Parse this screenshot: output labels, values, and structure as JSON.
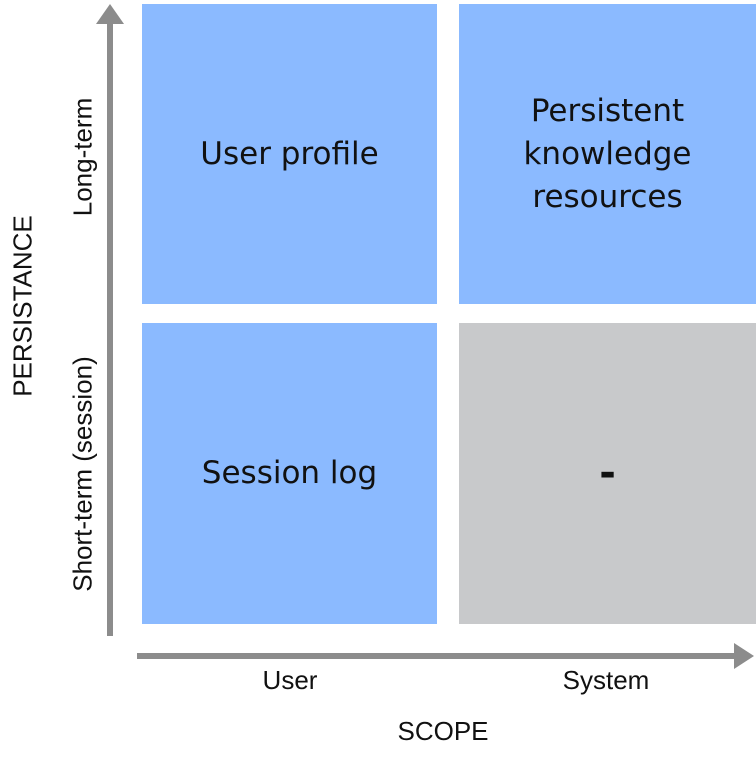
{
  "axes": {
    "x_title": "SCOPE",
    "y_title": "PERSISTANCE",
    "x_categories": [
      "User",
      "System"
    ],
    "y_categories": [
      "Long-term",
      "Short-term (session)"
    ]
  },
  "cells": [
    {
      "row": "Long-term",
      "column": "User",
      "label": "User profile",
      "color": "#8bbaff"
    },
    {
      "row": "Long-term",
      "column": "System",
      "label": "Persistent knowledge resources",
      "color": "#8bbaff"
    },
    {
      "row": "Short-term (session)",
      "column": "User",
      "label": "Session log",
      "color": "#8bbaff"
    },
    {
      "row": "Short-term (session)",
      "column": "System",
      "label": "-",
      "color": "#c8c9cb"
    }
  ],
  "colors": {
    "axis": "#8c8c8c",
    "cell_active": "#8bbaff",
    "cell_empty": "#c8c9cb"
  }
}
